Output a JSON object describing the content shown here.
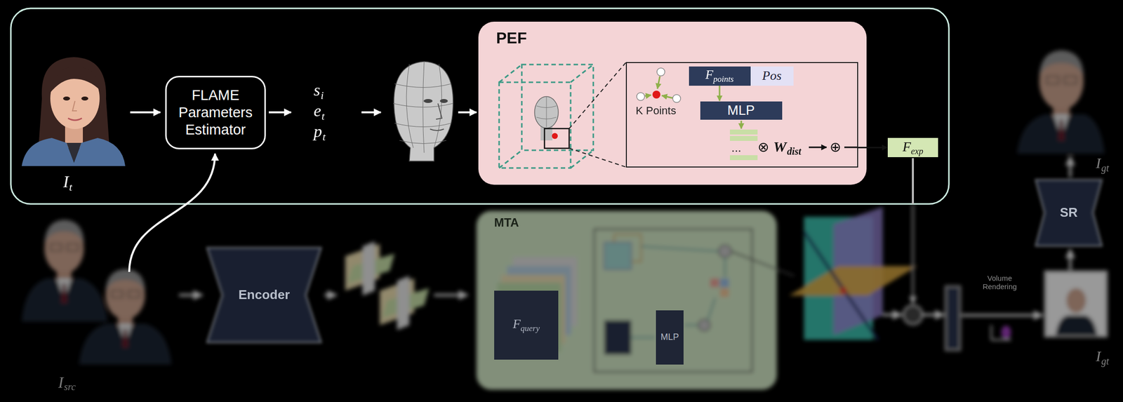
{
  "diagram": {
    "nodes": [
      {
        "text": [
          "FLAME Parameters Estimator"
        ]
      },
      {
        "text": [
          "PEF"
        ]
      },
      {
        "text": [
          "K Points"
        ],
        "in": 1
      },
      {
        "text": [
          "F",
          "points"
        ],
        "in": 2
      },
      {
        "text": [
          "Pos"
        ],
        "in": 2
      },
      {
        "text": [
          "MLP"
        ],
        "in": 2
      },
      {
        "text": [
          "F",
          "exp"
        ]
      },
      {
        "text": [
          "Encoder"
        ]
      },
      {
        "text": [
          "MTA"
        ]
      },
      {
        "text": [
          "F",
          "query"
        ],
        "in": 8
      },
      {
        "text": [
          "MLP"
        ],
        "in": 8
      },
      {
        "text": [
          "SR"
        ]
      }
    ],
    "edges": [
      {
        "from": 3,
        "to": 5,
        "arrow": "to"
      },
      {
        "from": 2,
        "to": 6,
        "arrow": "to"
      }
    ],
    "labels": [
      "I",
      "t",
      "s",
      "i",
      "e",
      "t",
      "p",
      "t",
      "...",
      "⊗",
      "W",
      "dist",
      "⊕",
      "I",
      "src",
      "Volume Rendering",
      "I",
      "gt",
      "I",
      "gt"
    ]
  }
}
